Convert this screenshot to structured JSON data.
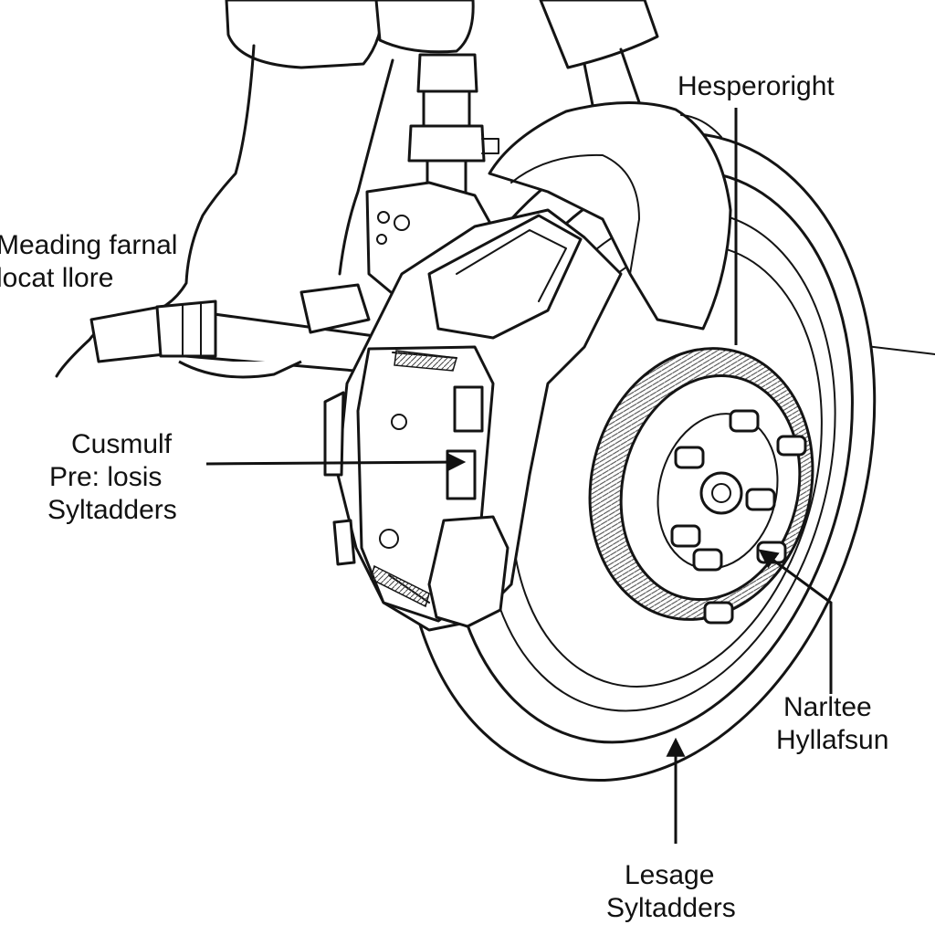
{
  "labels": {
    "top_right": "Hesperoright",
    "left_top_line1": "Meading farnal",
    "left_top_line2": "locat llore",
    "left_mid_line1": "Cusmulf",
    "left_mid_line2": "Pre: losis",
    "left_mid_line3": "Syltadders",
    "right_bottom_line1": "Narltee",
    "right_bottom_line2": "Hyllafsun",
    "bottom_line1": "Lesage",
    "bottom_line2": "Syltadders"
  },
  "colors": {
    "ink": "#141414",
    "background": "#ffffff"
  }
}
